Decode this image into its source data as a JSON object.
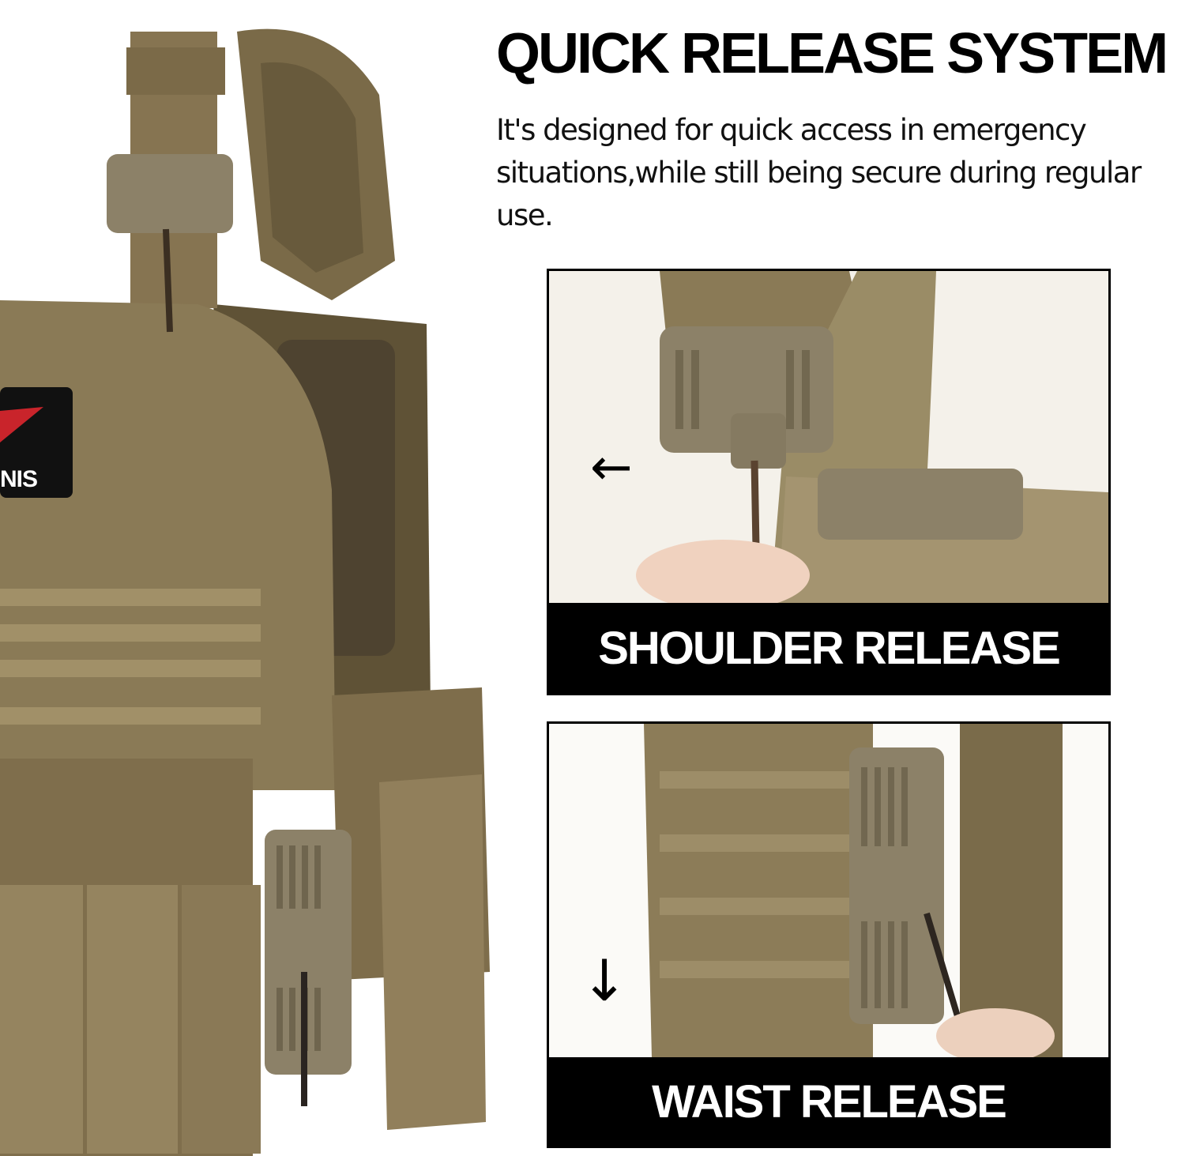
{
  "headline": "QUICK RELEASE SYSTEM",
  "description": "It's designed for quick access in emergency situations,while still being secure during regular use.",
  "badge_text": "NIS",
  "panels": [
    {
      "caption": "SHOULDER RELEASE",
      "arrow": "←"
    },
    {
      "caption": "WAIST RELEASE",
      "arrow": "↓"
    }
  ],
  "colors": {
    "fabric": "#8a7a56",
    "fabric_dark": "#6b5d40",
    "buckle": "#8c8168",
    "caption_bg": "#000000",
    "caption_text": "#ffffff"
  }
}
